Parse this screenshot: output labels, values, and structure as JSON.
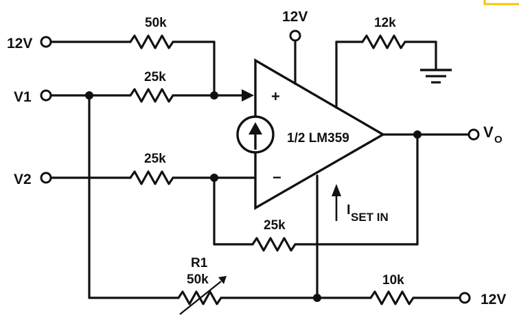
{
  "colors": {
    "ink": "#111111",
    "background": "#ffffff",
    "corner_accent": "#f5c400"
  },
  "labels": {
    "supply_left": "12V",
    "v1": "V1",
    "v2": "V2",
    "supply_top": "12V",
    "supply_bottom_right": "12V",
    "vout_main": "V",
    "vout_sub": "O",
    "opamp": "1/2 LM359",
    "opamp_plus": "+",
    "opamp_minus": "−",
    "iset_main": "I",
    "iset_sub": "SET IN",
    "r_top_left": "50k",
    "r_v1": "25k",
    "r_v2": "25k",
    "r_top_right": "12k",
    "r_feedback": "25k",
    "r1_name": "R1",
    "r1_value": "50k",
    "r_bottom_right": "10k"
  },
  "icons": [
    "ground-icon",
    "current-source-icon",
    "variable-resistor-icon",
    "opamp-triangle-icon",
    "arrow-icon"
  ]
}
